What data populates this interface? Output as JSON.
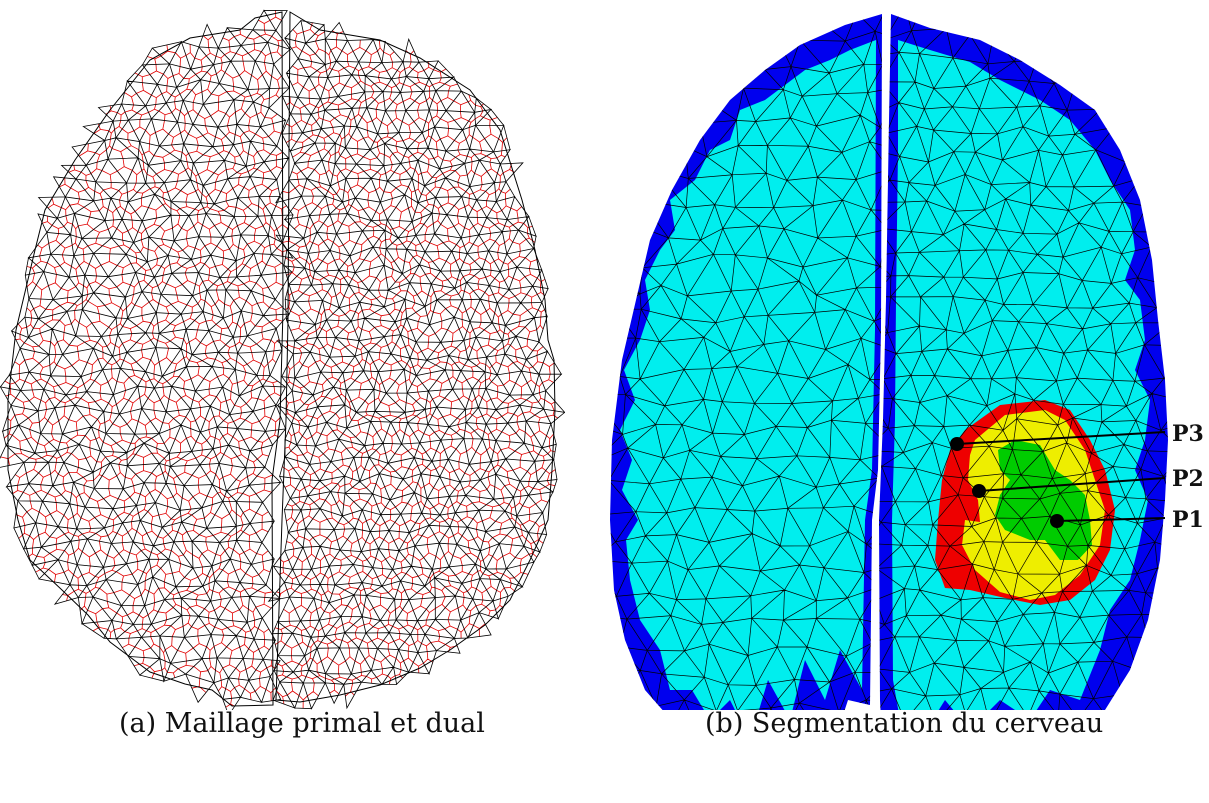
{
  "figure": {
    "caption_a": "(a) Maillage primal et dual",
    "caption_b": "(b) Segmentation du cerveau",
    "points": [
      "P3",
      "P2",
      "P1"
    ]
  },
  "colors": {
    "primal_edges": "#000000",
    "dual_edges": "#e00000",
    "csf": "#0000ee",
    "brain": "#00eeee",
    "tumor_outer": "#ee0000",
    "tumor_middle": "#eeee00",
    "tumor_core": "#00cc00"
  }
}
